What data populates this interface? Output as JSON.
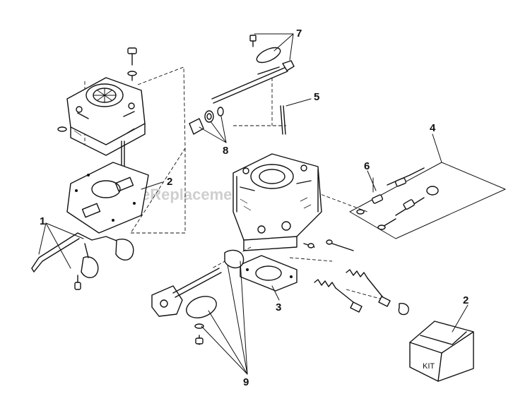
{
  "watermark": "eReplacementParts.com",
  "labels": {
    "l1": "1",
    "l2a": "2",
    "l2b": "2",
    "l3": "3",
    "l4": "4",
    "l5": "5",
    "l6": "6",
    "l7": "7",
    "l8": "8",
    "l9": "9"
  },
  "kit_box_text": "KIT"
}
